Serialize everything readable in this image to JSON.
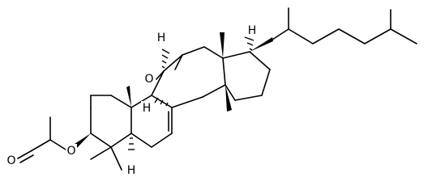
{
  "molecule": {
    "atoms": {
      "ring_oxygen": "O",
      "ester_ether_oxygen": "O",
      "carbonyl_oxygen": "O",
      "h_c11": "H",
      "h_c17": "H",
      "h_c9": "H",
      "h_c5": "H"
    }
  }
}
